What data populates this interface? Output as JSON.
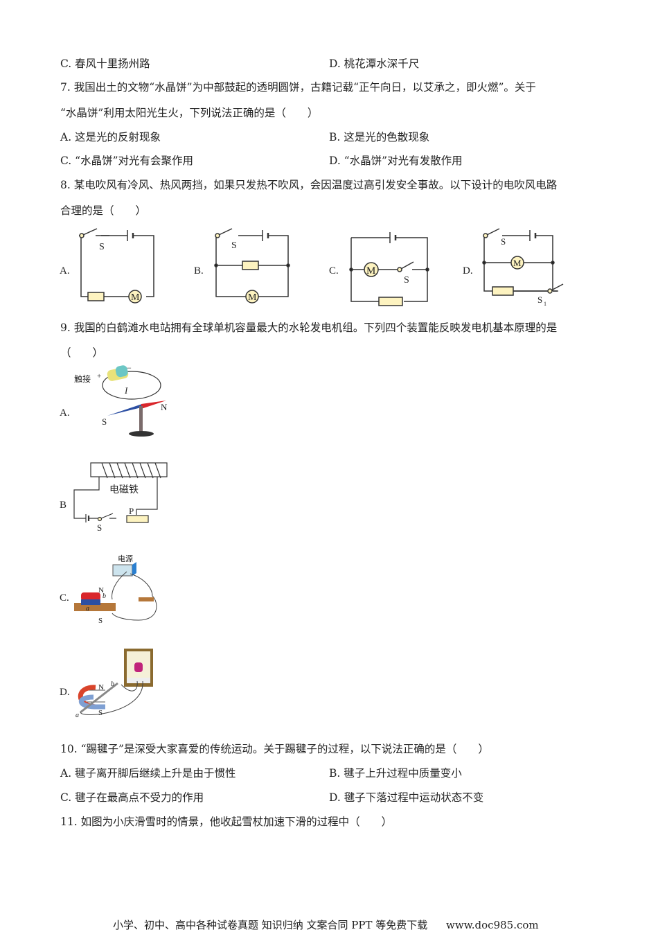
{
  "q6_options": {
    "C": "C.  春风十里扬州路",
    "D": "D.  桃花潭水深千尺"
  },
  "q7": {
    "line1": "7. 我国出土的文物“水晶饼”为中部鼓起的透明圆饼，古籍记载“正午向日，以艾承之，即火燃”。关于",
    "line2": "“水晶饼”利用太阳光生火，下列说法正确的是（　　）",
    "A": "A.  这是光的反射现象",
    "B": "B.  这是光的色散现象",
    "C": "C.  “水晶饼”对光有会聚作用",
    "D": "D.  “水晶饼”对光有发散作用"
  },
  "q8": {
    "line1": "8. 某电吹风有冷风、热风两挡，如果只发热不吹风，会因温度过高引发安全事故。以下设计的电吹风电路",
    "line2": "合理的是（　　）",
    "labels": {
      "A": "A.",
      "B": "B.",
      "C": "C.",
      "D": "D."
    },
    "switch": "S",
    "switch1": "S",
    "switch1_sub": "1",
    "motor": "M"
  },
  "q9": {
    "line1": "9. 我国的白鹤滩水电站拥有全球单机容量最大的水轮发电机组。下列四个装置能反映发电机基本原理的是",
    "line2": "（　　）",
    "A": {
      "label": "A.",
      "touch": "触接",
      "plus": "+",
      "minus": "−",
      "current": "I",
      "north": "N",
      "south": "S"
    },
    "B": {
      "label": "B",
      "magnet": "电磁铁",
      "slider": "P",
      "switch": "S"
    },
    "C": {
      "label": "C.",
      "power": "电源",
      "north": "N",
      "south": "S",
      "a": "a",
      "b": "b"
    },
    "D": {
      "label": "D.",
      "north": "N",
      "south": "S",
      "a": "a",
      "b": "b"
    }
  },
  "q10": {
    "line1": "10. “踢毽子”是深受大家喜爱的传统运动。关于踢毽子的过程，以下说法正确的是（　　）",
    "A": "A. 毽子离开脚后继续上升是由于惯性",
    "B": "B. 毽子上升过程中质量变小",
    "C": "C. 毽子在最高点不受力的作用",
    "D": "D. 毽子下落过程中运动状态不变"
  },
  "q11": {
    "line1": "11. 如图为小庆滑雪时的情景，他收起雪杖加速下滑的过程中（　　）"
  },
  "footer": {
    "text": "小学、初中、高中各种试卷真题  知识归纳  文案合同  PPT 等免费下载",
    "url": "www.doc985.com"
  },
  "colors": {
    "component_fill": "#fdf3c0",
    "magnet_red": "#d9262b",
    "magnet_blue": "#2c4fa3"
  }
}
